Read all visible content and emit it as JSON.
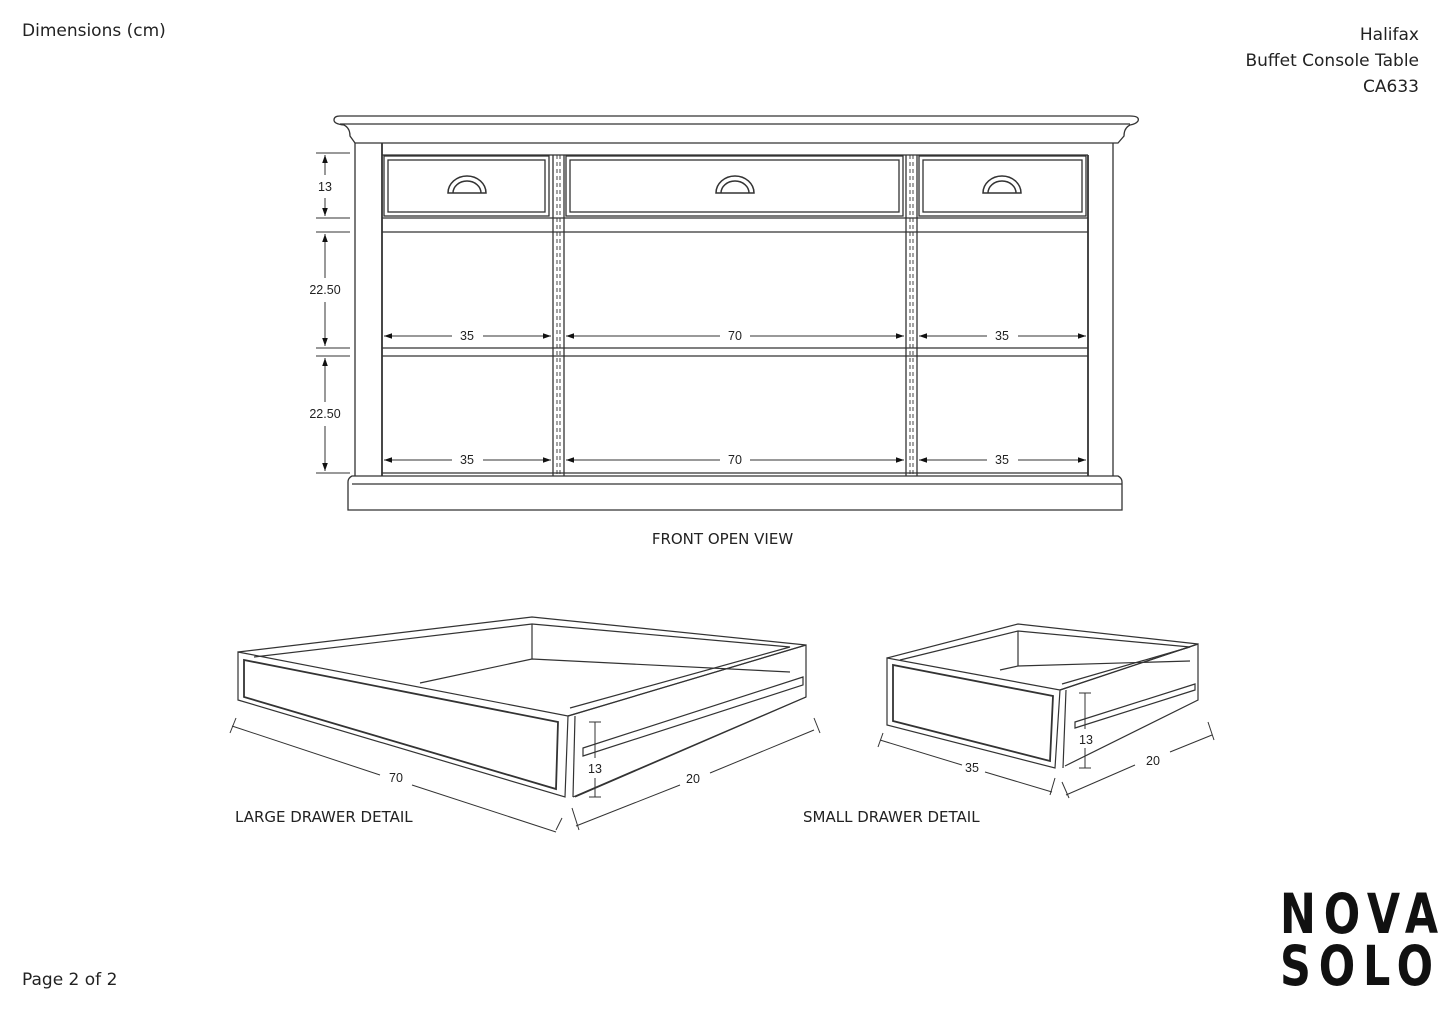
{
  "header": {
    "left_title": "Dimensions (cm)",
    "right_lines": [
      "Halifax",
      "Buffet Console Table",
      "CA633"
    ]
  },
  "front_view": {
    "caption": "FRONT OPEN VIEW",
    "vertical_dims": [
      "13",
      "22.50",
      "22.50"
    ],
    "shelf_widths_upper": [
      "35",
      "70",
      "35"
    ],
    "shelf_widths_lower": [
      "35",
      "70",
      "35"
    ],
    "drawer_count": 3,
    "handle_icon": "half-moon-cup-handle"
  },
  "large_drawer": {
    "caption": "LARGE DRAWER DETAIL",
    "width": "70",
    "depth": "20",
    "height": "13"
  },
  "small_drawer": {
    "caption": "SMALL DRAWER DETAIL",
    "width": "35",
    "depth": "20",
    "height": "13"
  },
  "footer": {
    "page": "Page 2 of 2",
    "logo_line1": "NOVA",
    "logo_line2": "SOLO"
  }
}
